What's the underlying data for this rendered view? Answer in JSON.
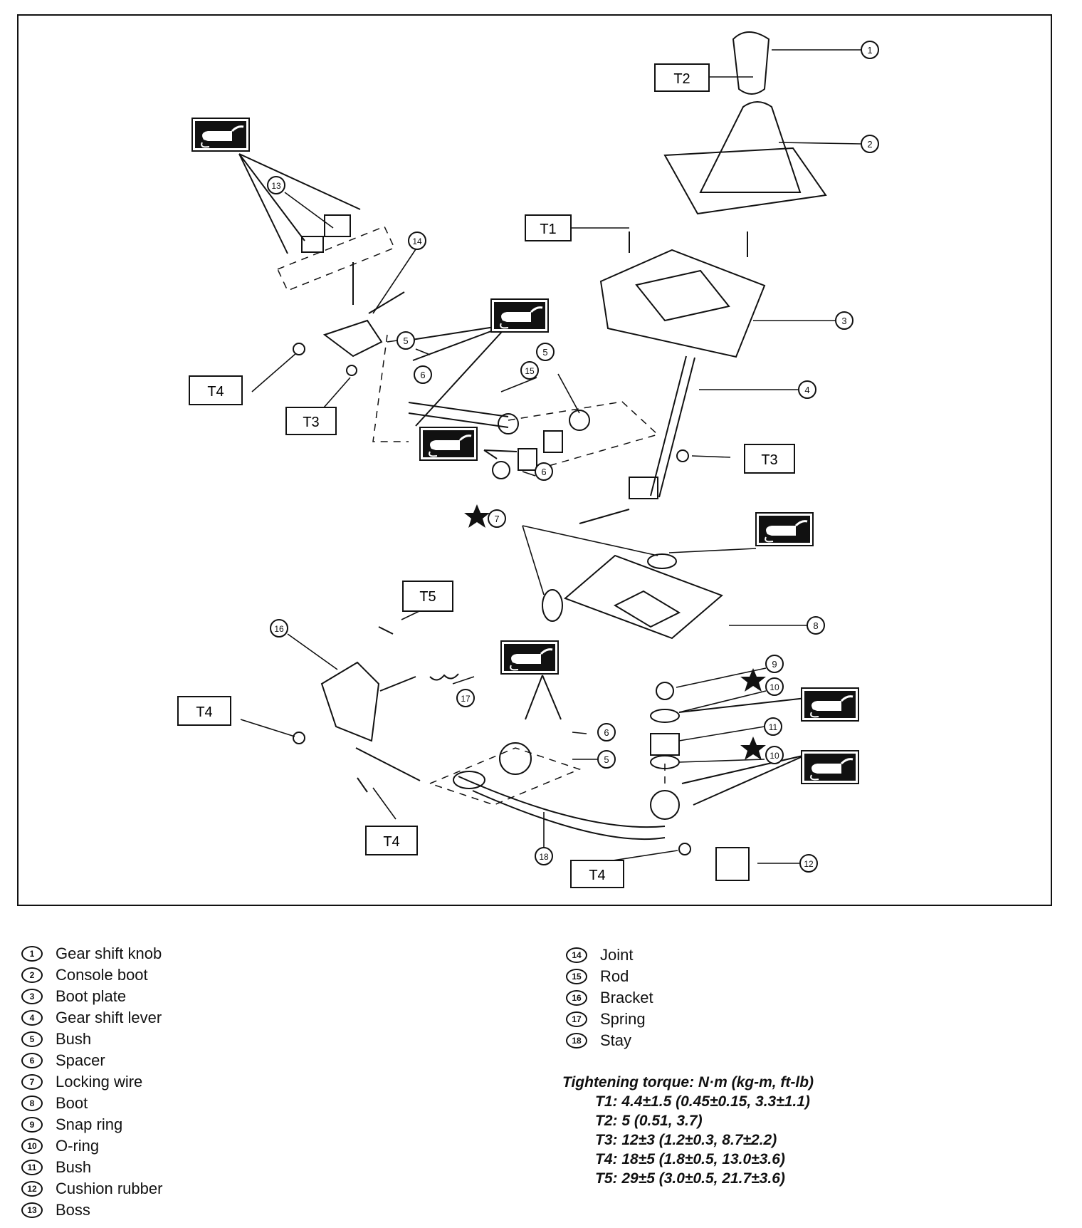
{
  "diagram": {
    "callouts": {
      "c1": "1",
      "c2": "2",
      "c3": "3",
      "c4": "4",
      "c5a": "5",
      "c5b": "5",
      "c5c": "5",
      "c6a": "6",
      "c6b": "6",
      "c6c": "6",
      "c7": "7",
      "c8": "8",
      "c9": "9",
      "c10a": "10",
      "c10b": "10",
      "c11": "11",
      "c12": "12",
      "c13": "13",
      "c14": "14",
      "c15": "15",
      "c16": "16",
      "c17": "17",
      "c18": "18"
    },
    "torque_boxes": {
      "t1": "T1",
      "t2": "T2",
      "t3a": "T3",
      "t3b": "T3",
      "t4a": "T4",
      "t4b": "T4",
      "t4c": "T4",
      "t4d": "T4",
      "t5": "T5"
    },
    "symbols": {
      "grease": "grease-gun-icon",
      "replace": "star-icon"
    }
  },
  "legend": {
    "left": [
      {
        "num": "1",
        "label": "Gear shift knob"
      },
      {
        "num": "2",
        "label": "Console boot"
      },
      {
        "num": "3",
        "label": "Boot plate"
      },
      {
        "num": "4",
        "label": "Gear shift lever"
      },
      {
        "num": "5",
        "label": "Bush"
      },
      {
        "num": "6",
        "label": "Spacer"
      },
      {
        "num": "7",
        "label": "Locking wire"
      },
      {
        "num": "8",
        "label": "Boot"
      },
      {
        "num": "9",
        "label": "Snap ring"
      },
      {
        "num": "10",
        "label": "O-ring"
      },
      {
        "num": "11",
        "label": "Bush"
      },
      {
        "num": "12",
        "label": "Cushion rubber"
      },
      {
        "num": "13",
        "label": "Boss"
      }
    ],
    "right": [
      {
        "num": "14",
        "label": "Joint"
      },
      {
        "num": "15",
        "label": "Rod"
      },
      {
        "num": "16",
        "label": "Bracket"
      },
      {
        "num": "17",
        "label": "Spring"
      },
      {
        "num": "18",
        "label": "Stay"
      }
    ]
  },
  "torque": {
    "heading": "Tightening torque: N·m (kg-m, ft-lb)",
    "items": [
      "T1: 4.4±1.5 (0.45±0.15, 3.3±1.1)",
      "T2: 5 (0.51, 3.7)",
      "T3: 12±3 (1.2±0.3, 8.7±2.2)",
      "T4: 18±5 (1.8±0.5, 13.0±3.6)",
      "T5: 29±5 (3.0±0.5, 21.7±3.6)"
    ]
  }
}
